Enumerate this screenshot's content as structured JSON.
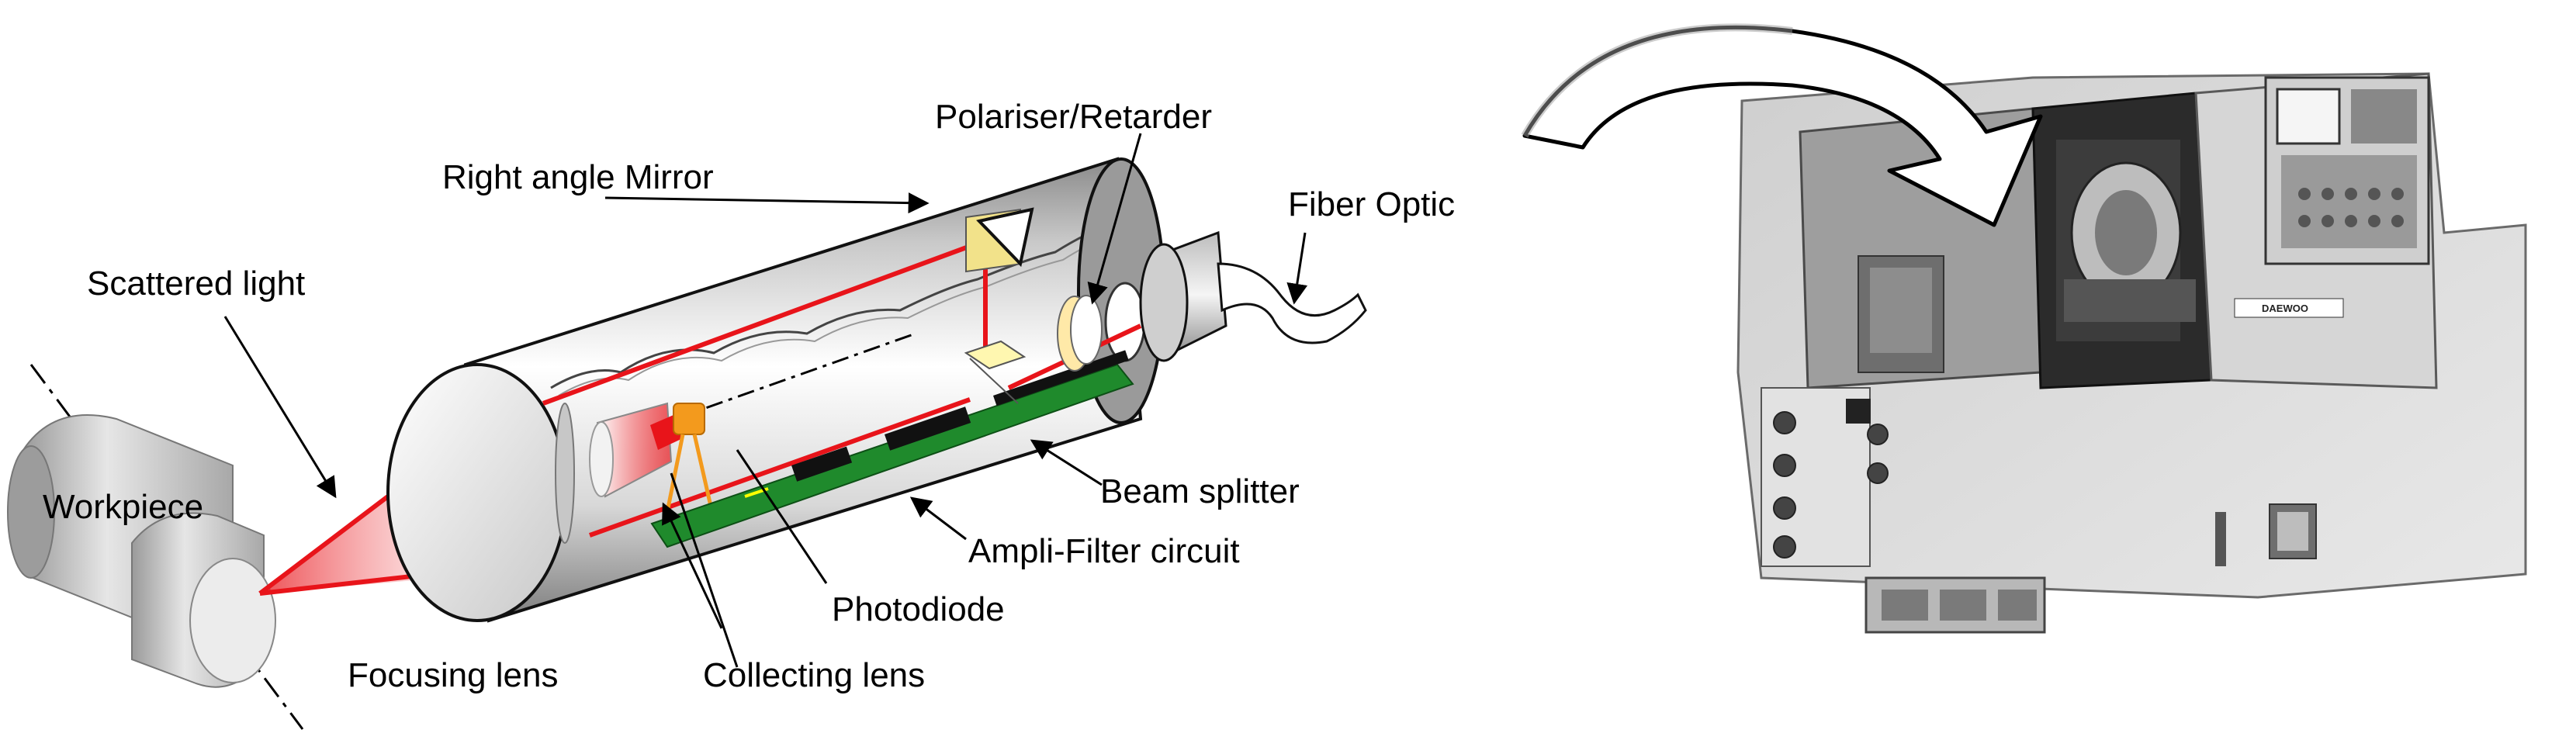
{
  "labels": {
    "polariser": "Polariser/Retarder",
    "mirror": "Right angle Mirror",
    "fiber": "Fiber Optic",
    "scattered": "Scattered light",
    "workpiece": "Workpiece",
    "beam_splitter": "Beam splitter",
    "ampli_filter": "Ampli-Filter circuit",
    "photodiode": "Photodiode",
    "focusing_lens": "Focusing lens",
    "collecting_lens": "Collecting lens"
  },
  "machine": {
    "brand_plate": "DAEWOO"
  },
  "colors": {
    "laser": "#e8141a",
    "board": "#1f8a2c",
    "photodiode": "#f39a1d",
    "tube_body": "#d4d4d4",
    "machine_body": "#dcdcdc"
  }
}
